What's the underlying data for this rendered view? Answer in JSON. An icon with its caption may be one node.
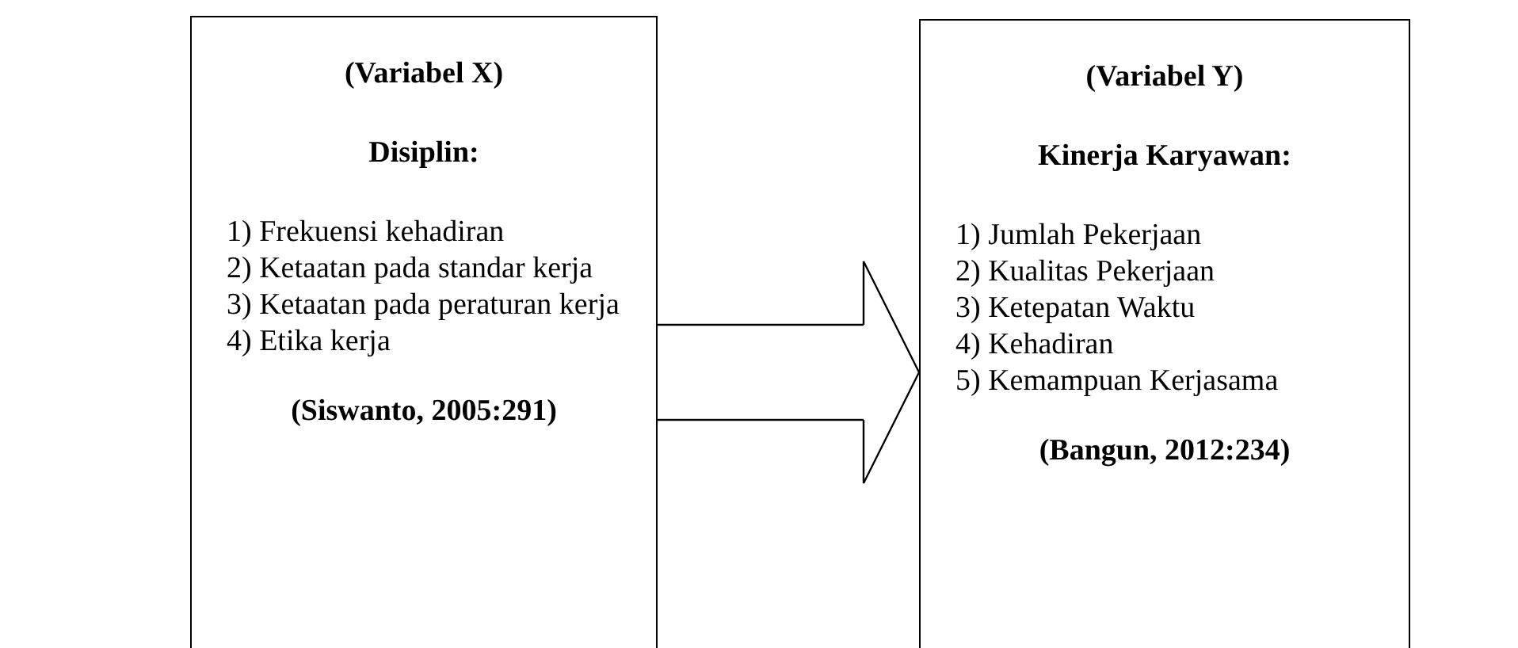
{
  "diagram": {
    "nodes": [
      {
        "text": [
          "(Variabel X)",
          "Disiplin:",
          "1) Frekuensi kehadiran",
          "2) Ketaatan pada standar kerja",
          "3) Ketaatan pada peraturan kerja",
          "4) Etika kerja",
          "(Siswanto, 2005:291)"
        ]
      },
      {
        "text": [
          "(Variabel Y)",
          "Kinerja Karyawan:",
          "1) Jumlah Pekerjaan",
          "2) Kualitas Pekerjaan",
          "3) Ketepatan Waktu",
          "4) Kehadiran",
          "5) Kemampuan Kerjasama",
          "(Bangun, 2012:234)"
        ]
      }
    ],
    "edges": [
      {
        "from": 0,
        "to": 1,
        "arrow": "to"
      }
    ]
  }
}
